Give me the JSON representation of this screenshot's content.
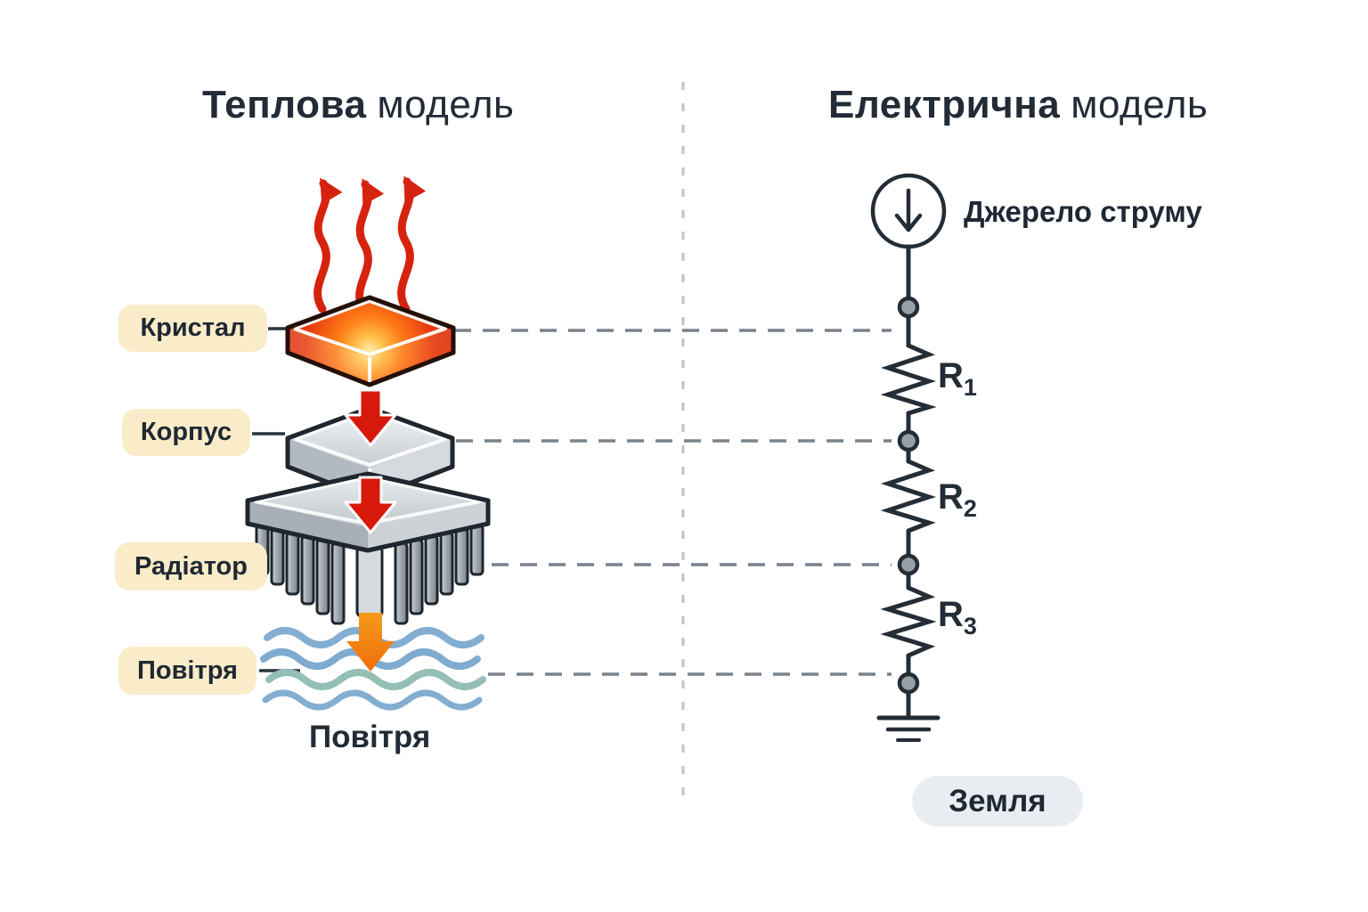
{
  "left_panel": {
    "title": {
      "bold": "Теплова",
      "regular": "модель"
    },
    "labels": {
      "crystal": "Кристал",
      "package": "Корпус",
      "heatsink": "Радіатор",
      "air": "Повітря"
    },
    "caption": "Повітря"
  },
  "right_panel": {
    "title": {
      "bold": "Електрична",
      "regular": "модель"
    },
    "current_source_label": "Джерело струму",
    "resistors": [
      {
        "name": "R",
        "sub": "1"
      },
      {
        "name": "R",
        "sub": "2"
      },
      {
        "name": "R",
        "sub": "3"
      }
    ],
    "ground_label": "Земля"
  },
  "colors": {
    "ink": "#222b36",
    "circuit_stroke": "#242c36",
    "label_pill_bg": "#faecc8",
    "ground_pill_bg": "#e9edf2",
    "heat_red": "#d62310",
    "arrow_red": "#d7190b",
    "arrow_orange": "#f07b10",
    "chip_glow": "#ffd27a",
    "metal_light": "#eef0f2",
    "metal_dark": "#9aa1a8",
    "wave_blue": "#83aed2",
    "wave_teal": "#93bfb4",
    "dashed_connector": "#79818b",
    "divider": "#bcc2cc",
    "node_fill": "#98a0a8"
  }
}
